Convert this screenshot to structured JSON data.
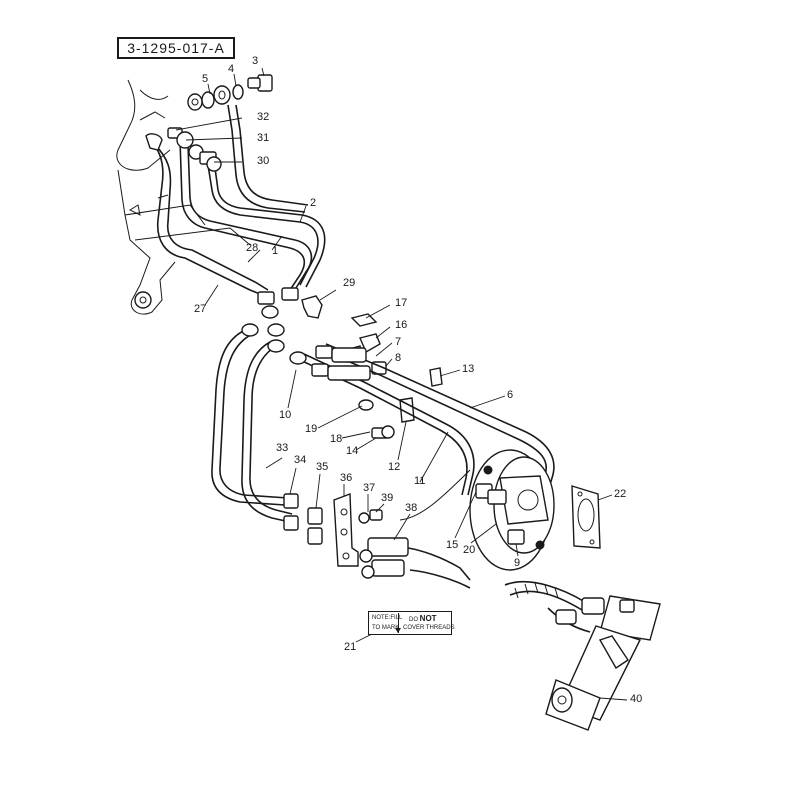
{
  "drawing_ref": "3-1295-017-A",
  "tag": {
    "line1": "NOTE:FILL",
    "line2": "TO MARK",
    "line3_a": "DO",
    "line3_b": "NOT",
    "line4": "COVER THREADS"
  },
  "callouts": {
    "c1": "1",
    "c2": "2",
    "c3": "3",
    "c4": "4",
    "c5": "5",
    "c6": "6",
    "c7": "7",
    "c8": "8",
    "c9": "9",
    "c10": "10",
    "c11": "11",
    "c12": "12",
    "c13": "13",
    "c14": "14",
    "c15": "15",
    "c16": "16",
    "c17": "17",
    "c18": "18",
    "c19": "19",
    "c20": "20",
    "c21": "21",
    "c22": "22",
    "c27": "27",
    "c28": "28",
    "c29": "29",
    "c30": "30",
    "c31": "31",
    "c32": "32",
    "c33": "33",
    "c34": "34",
    "c35": "35",
    "c36": "36",
    "c37": "37",
    "c38": "38",
    "c39": "39",
    "c40": "40"
  }
}
